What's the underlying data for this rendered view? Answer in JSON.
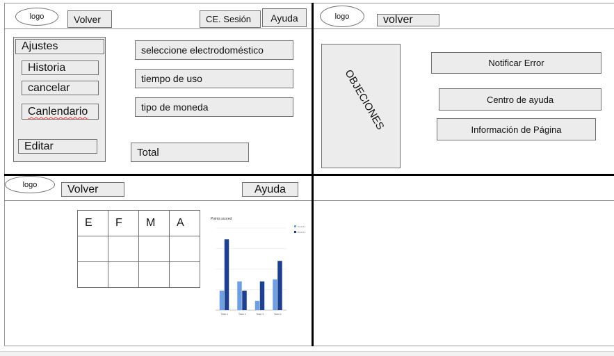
{
  "panel_tl": {
    "logo": "logo",
    "back": "Volver",
    "logout": "CE. Sesión",
    "help": "Ayuda",
    "menu": {
      "settings": "Ajustes",
      "history": "Historia",
      "cancel": "cancelar",
      "calendar": "Canlendario",
      "edit": "Editar"
    },
    "fields": {
      "appliance": "seleccione electrodoméstico",
      "usage_time": "tiempo de uso",
      "currency": "tipo de moneda",
      "total": "Total"
    }
  },
  "panel_tr": {
    "logo": "logo",
    "back": "volver",
    "objections": "OBJECIONES",
    "report_error": "Notificar Error",
    "help_center": "Centro de ayuda",
    "page_info": "Información de Página"
  },
  "panel_bl": {
    "logo": "logo",
    "back": "Volver",
    "help": "Ayuda",
    "table": {
      "headers": [
        "E",
        "F",
        "M",
        "A"
      ],
      "rows": [
        [
          "",
          "",
          "",
          ""
        ],
        [
          "",
          "",
          "",
          ""
        ]
      ]
    }
  },
  "chart_data": {
    "type": "bar",
    "title": "Points scored",
    "categories": [
      "Team 1",
      "Team 2",
      "Team 3",
      "Team 4"
    ],
    "series": [
      {
        "name": "Round 1",
        "values": [
          19,
          28,
          9,
          30
        ],
        "color": "#6f9fe0"
      },
      {
        "name": "Round 2",
        "values": [
          69,
          19,
          28,
          48
        ],
        "color": "#1f3f8f"
      }
    ],
    "ylim": [
      0,
      80
    ],
    "grid": true,
    "legend": "top-right"
  }
}
